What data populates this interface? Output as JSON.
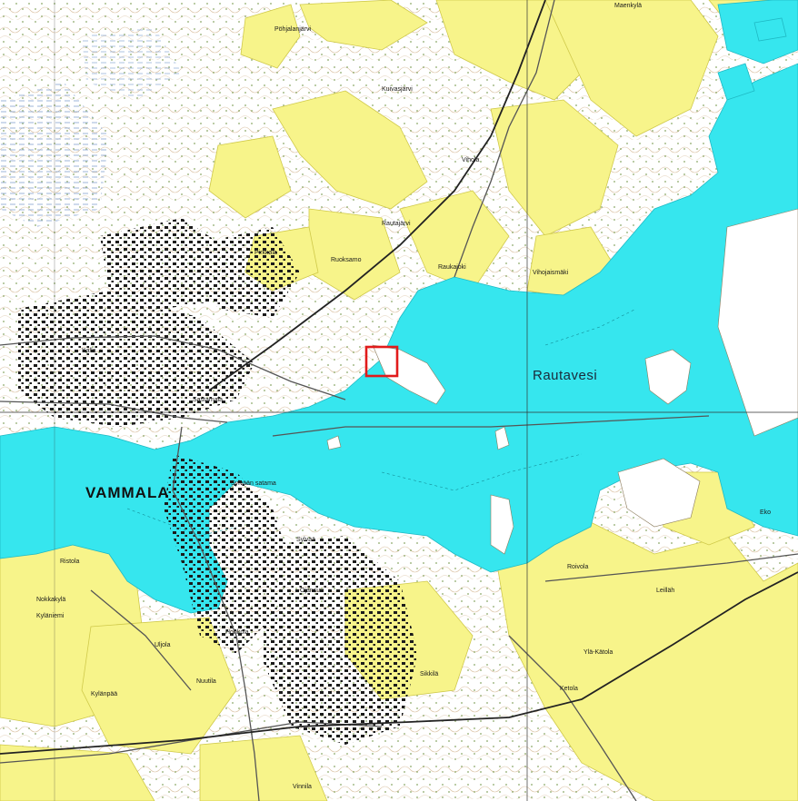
{
  "colors": {
    "background": "#ffffff",
    "water": "#36e6ee",
    "field": "#f7f48a",
    "field_edge": "#cfc94a",
    "contour": "#c9a477",
    "building": "#1b1b1b",
    "road": "#555555",
    "railway": "#222222",
    "grid": "#333333",
    "marker": "#e11b1b",
    "marsh": "#7d9fcf"
  },
  "labels": {
    "town": "VAMMALA",
    "lake": "Rautavesi"
  },
  "places": [
    "Pöhjalanjärvi",
    "Maenkylä",
    "Vihola",
    "Pirkkala",
    "Ruoksamo",
    "Raukajoki",
    "Vihojaismäki",
    "Ketola",
    "Leilläh",
    "Sylvään satama",
    "Sylvää",
    "Ojansuu",
    "Honkola",
    "Sikkilä",
    "Ristola",
    "Nokkakylä",
    "Kyläniemi",
    "Kylänpää",
    "Uljola",
    "Nuutila",
    "Ylä-Kätola",
    "Vinnila",
    "Eko",
    "Kalla",
    "Sastamala",
    "Roivola",
    "Rautajärvi",
    "Kuivasjärvi"
  ],
  "icons": {
    "marker": "red-square-marker-icon"
  }
}
